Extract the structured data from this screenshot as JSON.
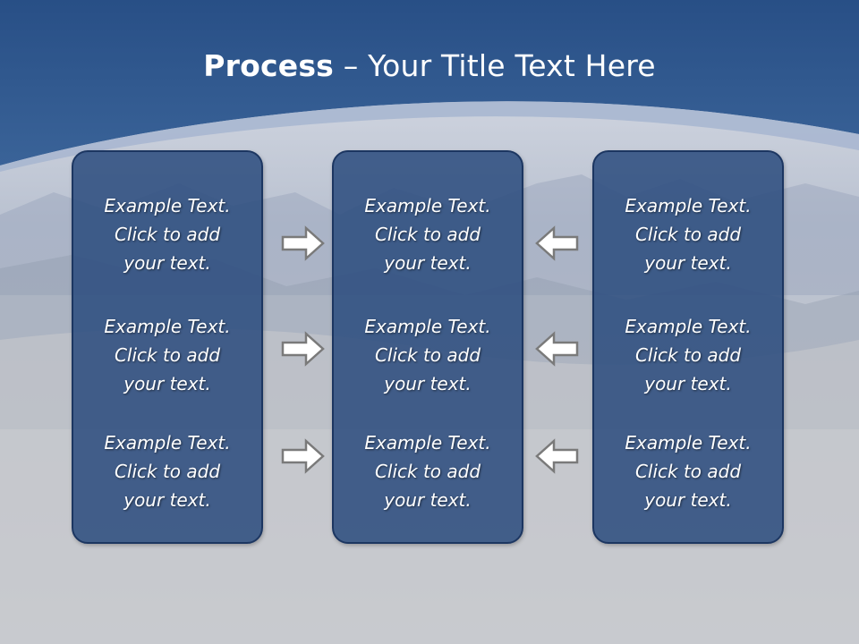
{
  "title": {
    "bold": "Process",
    "rest": " – Your Title Text Here"
  },
  "colors": {
    "header": "#2f5a93",
    "panel": "#2b4c7e",
    "panel_border": "#1c3661",
    "arrow_fill": "#ffffff",
    "arrow_stroke": "#7a7a7a"
  },
  "columns": [
    {
      "items": [
        "Example Text.\nClick  to add\nyour text.",
        "Example Text.\nClick  to add\nyour text.",
        "Example Text.\nClick  to add\nyour text."
      ]
    },
    {
      "items": [
        "Example Text.\nClick  to add\nyour text.",
        "Example Text.\nClick  to add\nyour text.",
        "Example Text.\nClick  to add\nyour text."
      ]
    },
    {
      "items": [
        "Example Text.\nClick  to add\nyour text.",
        "Example Text.\nClick  to add\nyour text.",
        "Example Text.\nClick  to add\nyour text."
      ]
    }
  ],
  "arrows": {
    "left_to_center": [
      "right-arrow-icon",
      "right-arrow-icon",
      "right-arrow-icon"
    ],
    "right_to_center": [
      "left-arrow-icon",
      "left-arrow-icon",
      "left-arrow-icon"
    ]
  }
}
